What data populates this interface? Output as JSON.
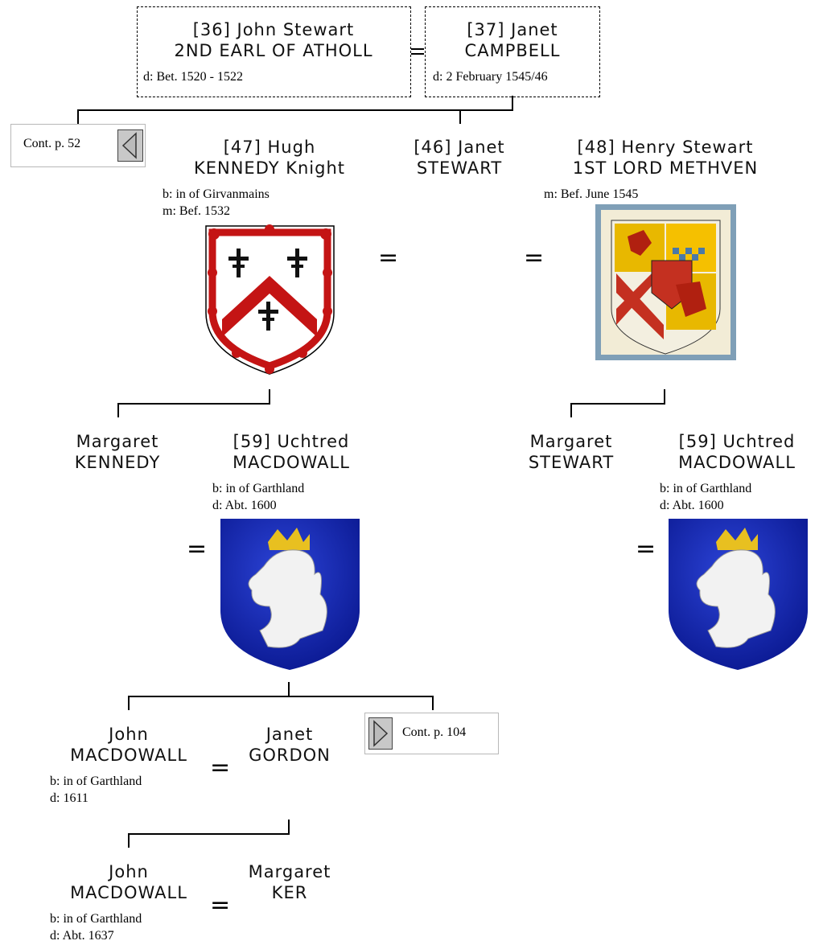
{
  "parents": {
    "father": {
      "line1": "[36] John Stewart",
      "line2": "2ND EARL OF ATHOLL",
      "death": "d: Bet. 1520 - 1522"
    },
    "mother": {
      "line1": "[37] Janet",
      "line2": "CAMPBELL",
      "death": "d: 2 February 1545/46"
    }
  },
  "cont_left": {
    "label": "Cont. p. 52",
    "icon": "triangle-left-icon"
  },
  "cont_right": {
    "label": "Cont. p. 104",
    "icon": "triangle-right-icon"
  },
  "hugh": {
    "line1": "[47] Hugh",
    "line2": "KENNEDY Knight",
    "birth": "b: in of Girvanmains",
    "marriage": "m: Bef. 1532"
  },
  "janet": {
    "line1": "[46] Janet",
    "line2": "STEWART"
  },
  "henry": {
    "line1": "[48] Henry Stewart",
    "line2": "1ST LORD METHVEN",
    "marriage": "m: Bef. June 1545"
  },
  "margaret_k": {
    "line1": "Margaret",
    "line2": "KENNEDY"
  },
  "uchtred1": {
    "line1": "[59] Uchtred",
    "line2": "MACDOWALL",
    "birth": "b: in of Garthland",
    "death": "d: Abt. 1600"
  },
  "margaret_s": {
    "line1": "Margaret",
    "line2": "STEWART"
  },
  "uchtred2": {
    "line1": "[59] Uchtred",
    "line2": "MACDOWALL",
    "birth": "b: in of Garthland",
    "death": "d: Abt. 1600"
  },
  "john1": {
    "line1": "John",
    "line2": "MACDOWALL",
    "birth": "b: in of Garthland",
    "death": "d: 1611"
  },
  "janet_g": {
    "line1": "Janet",
    "line2": "GORDON"
  },
  "john2": {
    "line1": "John",
    "line2": "MACDOWALL",
    "birth": "b: in of Garthland",
    "death": "d: Abt. 1637"
  },
  "margaret_ker": {
    "line1": "Margaret",
    "line2": "KER"
  },
  "eq_sign": "=",
  "colors": {
    "kennedy_red": "#c41414",
    "macdowall_blue": "#1428b4",
    "lion_white": "#f2f2f2",
    "crown_gold": "#e8c020"
  }
}
